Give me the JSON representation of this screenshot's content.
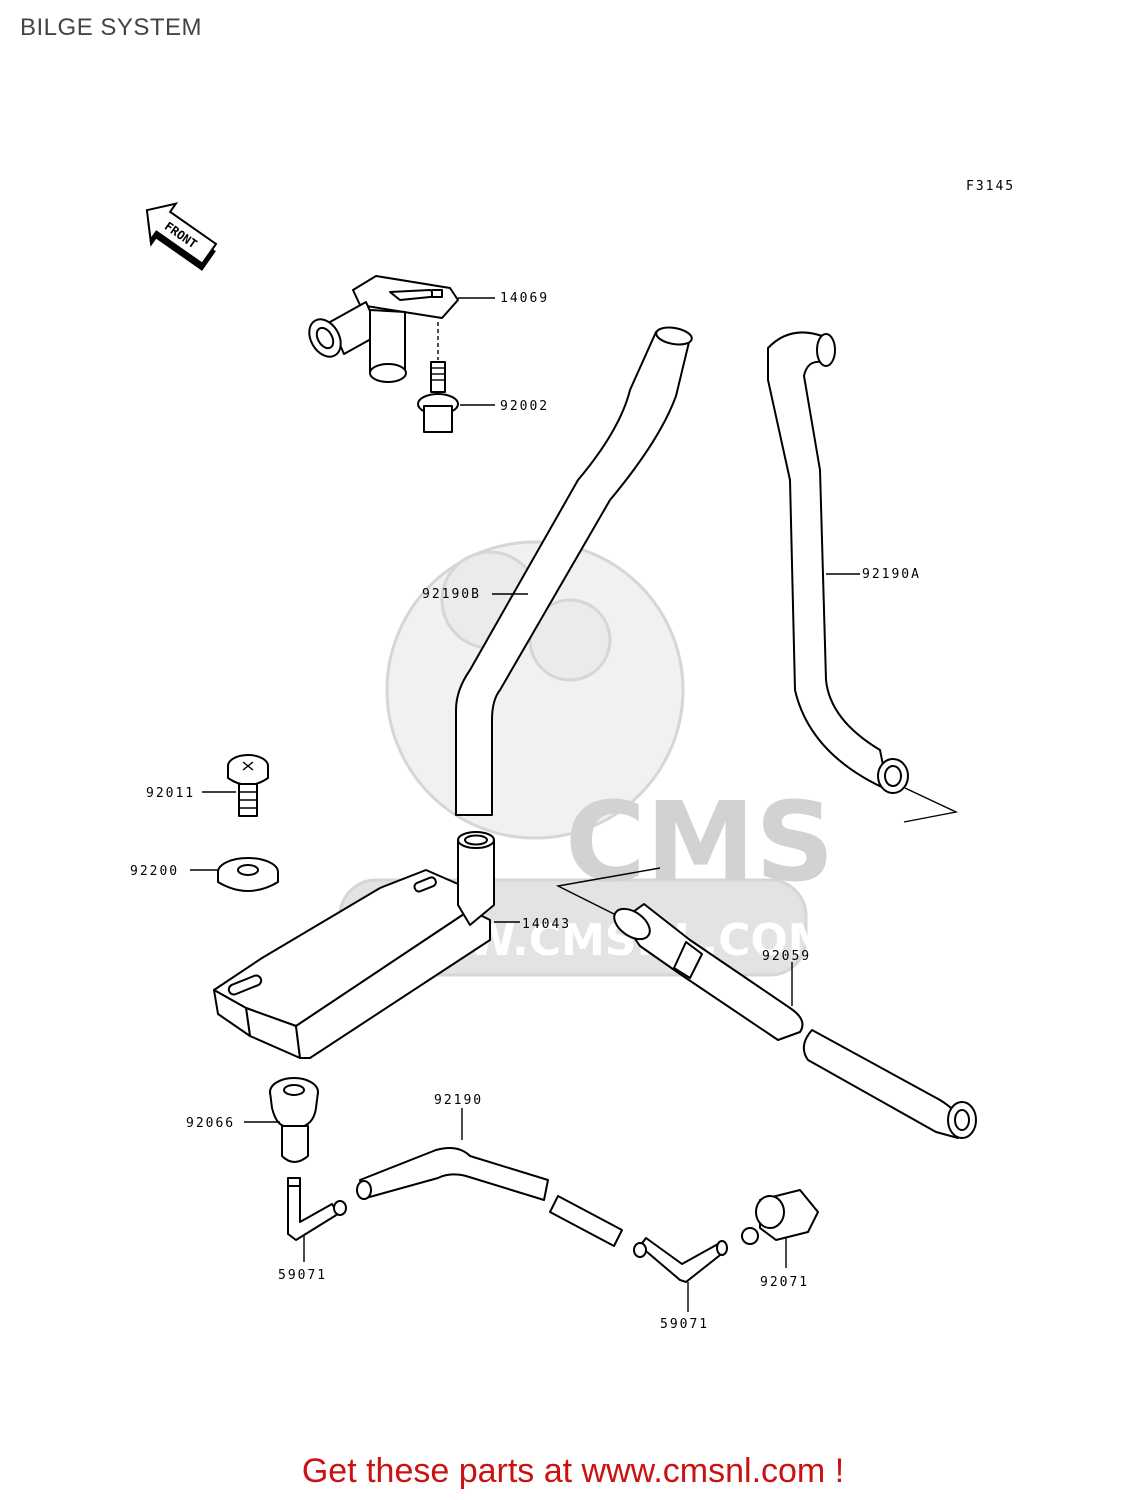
{
  "title": "BILGE SYSTEM",
  "figure_code": "F3145",
  "front_label": "FRONT",
  "watermark": {
    "brand": "CMS",
    "url": "WWW.CMSNL.COM"
  },
  "parts": [
    {
      "id": "14069"
    },
    {
      "id": "92002"
    },
    {
      "id": "92190B"
    },
    {
      "id": "92190A"
    },
    {
      "id": "92011"
    },
    {
      "id": "92200"
    },
    {
      "id": "14043"
    },
    {
      "id": "92059"
    },
    {
      "id": "92066"
    },
    {
      "id": "92190"
    },
    {
      "id": "59071"
    },
    {
      "id": "92071"
    },
    {
      "id": "59071"
    }
  ],
  "footer": "Get these parts at www.cmsnl.com !"
}
